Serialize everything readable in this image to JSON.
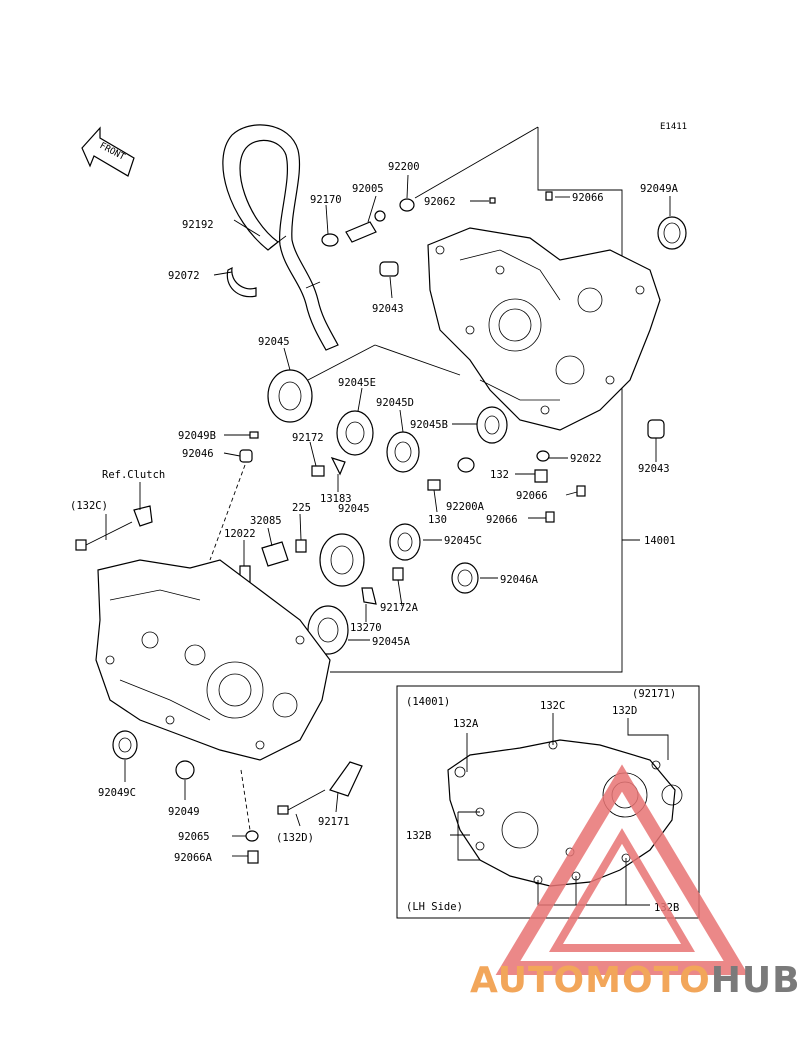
{
  "diagram": {
    "code": "E1411",
    "front_label": "FRONT",
    "ref_clutch": "Ref.Clutch",
    "labels": {
      "p92200": "92200",
      "p92005": "92005",
      "p92170": "92170",
      "p92192": "92192",
      "p92062": "92062",
      "p92066_top": "92066",
      "p92049A": "92049A",
      "p92072": "92072",
      "p92043_top": "92043",
      "p92045_top": "92045",
      "p92045E": "92045E",
      "p92045D": "92045D",
      "p92045B": "92045B",
      "p92049B": "92049B",
      "p92046": "92046",
      "p92172_a": "92172",
      "p13183": "13183",
      "p132_mid": "132",
      "p92022": "92022",
      "p92043_right": "92043",
      "p92066_mid": "92066",
      "p92200A": "92200A",
      "p130": "130",
      "p92066_low": "92066",
      "p225": "225",
      "p32085": "32085",
      "p12022": "12022",
      "p92045_mid": "92045",
      "p92045C": "92045C",
      "p14001": "14001",
      "p132C_paren": "(132C)",
      "p92046A": "92046A",
      "p92172A": "92172A",
      "p13270": "13270",
      "p92045A": "92045A",
      "p92049C": "92049C",
      "p92049": "92049",
      "p92171": "92171",
      "p132D_paren": "(132D)",
      "p92065": "92065",
      "p92066A": "92066A"
    },
    "inset": {
      "ref": "(14001)",
      "ref_92171": "(92171)",
      "label_132A": "132A",
      "label_132C": "132C",
      "label_132D": "132D",
      "label_132B_left": "132B",
      "label_132B_right": "132B",
      "side": "(LH Side)"
    }
  },
  "watermark": {
    "part1": "AUTOMOTO",
    "part2": "HUB",
    "color1": "#f2a65a",
    "color2": "#7a7a7a",
    "triangle_color": "#e87474"
  }
}
